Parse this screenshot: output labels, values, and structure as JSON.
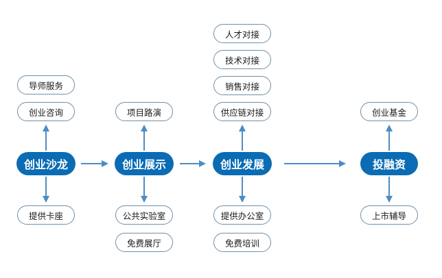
{
  "colors": {
    "main_fill": "#0b6cb4",
    "main_text": "#ffffff",
    "sub_border": "#6f8fa8",
    "arrow": "#4d8cc4"
  },
  "stages": [
    {
      "label": "创业沙龙",
      "above": [
        "导师服务",
        "创业咨询"
      ],
      "below": [
        "提供卡座"
      ]
    },
    {
      "label": "创业展示",
      "above": [
        "项目路演"
      ],
      "below": [
        "公共实验室",
        "免费展厅"
      ]
    },
    {
      "label": "创业发展",
      "above": [
        "人才对接",
        "技术对接",
        "销售对接",
        "供应链对接"
      ],
      "below": [
        "提供办公室",
        "免费培训"
      ]
    },
    {
      "label": "投融资",
      "above": [
        "创业基金"
      ],
      "below": [
        "上市辅导"
      ]
    }
  ]
}
